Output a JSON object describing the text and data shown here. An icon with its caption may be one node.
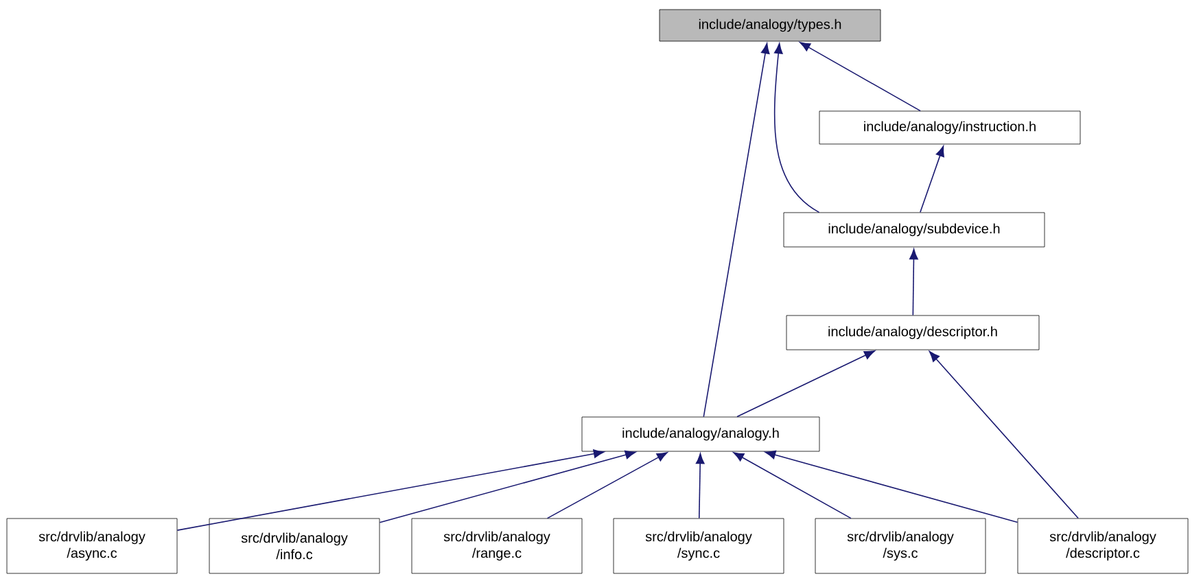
{
  "diagram": {
    "nodes": [
      {
        "text": [
          "include/analogy/types.h"
        ]
      },
      {
        "text": [
          "include/analogy/instruction.h"
        ]
      },
      {
        "text": [
          "include/analogy/subdevice.h"
        ]
      },
      {
        "text": [
          "include/analogy/descriptor.h"
        ]
      },
      {
        "text": [
          "include/analogy/analogy.h"
        ]
      },
      {
        "text": [
          "src/drvlib/analogy /async.c"
        ]
      },
      {
        "text": [
          "src/drvlib/analogy /info.c"
        ]
      },
      {
        "text": [
          "src/drvlib/analogy /range.c"
        ]
      },
      {
        "text": [
          "src/drvlib/analogy /sync.c"
        ]
      },
      {
        "text": [
          "src/drvlib/analogy /sys.c"
        ]
      },
      {
        "text": [
          "src/drvlib/analogy /descriptor.c"
        ]
      }
    ],
    "edges": [
      {
        "from": 1,
        "to": 0,
        "arrow": "to"
      },
      {
        "from": 2,
        "to": 0,
        "arrow": "to"
      },
      {
        "from": 4,
        "to": 0,
        "arrow": "to"
      },
      {
        "from": 2,
        "to": 1,
        "arrow": "to"
      },
      {
        "from": 3,
        "to": 2,
        "arrow": "to"
      },
      {
        "from": 4,
        "to": 3,
        "arrow": "to"
      },
      {
        "from": 10,
        "to": 3,
        "arrow": "to"
      },
      {
        "from": 5,
        "to": 4,
        "arrow": "to"
      },
      {
        "from": 6,
        "to": 4,
        "arrow": "to"
      },
      {
        "from": 7,
        "to": 4,
        "arrow": "to"
      },
      {
        "from": 8,
        "to": 4,
        "arrow": "to"
      },
      {
        "from": 9,
        "to": 4,
        "arrow": "to"
      },
      {
        "from": 10,
        "to": 4,
        "arrow": "to"
      }
    ]
  }
}
